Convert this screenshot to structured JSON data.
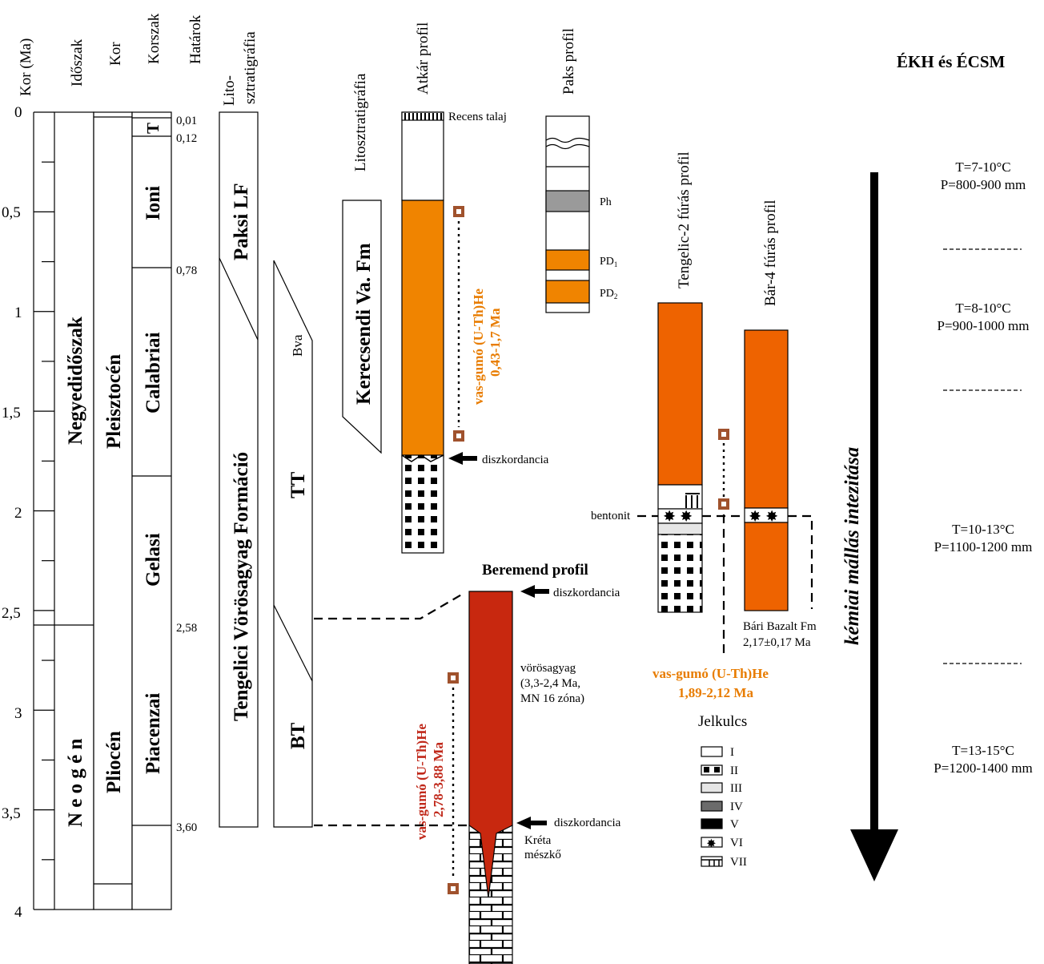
{
  "headers": {
    "age": "Kor (Ma)",
    "period": "Időszak",
    "epoch": "Kor",
    "stage": "Korszak",
    "boundaries": "Határok",
    "lithostrat1": "Lito-",
    "lithostrat2": "sztratigráfia",
    "lithostrat_full": "Litosztratigráfia",
    "atkar": "Atkár profil",
    "paks": "Paks profil",
    "tengelic": "Tengelic-2 fúrás profil",
    "bar": "Bár-4 fúrás profil",
    "beremend": "Beremend profil",
    "climate": "ÉKH és ÉCSM"
  },
  "axis": {
    "ticks": [
      "0",
      "0,5",
      "1",
      "1,5",
      "2",
      "2,5",
      "3",
      "3,5",
      "4"
    ]
  },
  "periods": {
    "quaternary": "Negyedidőszak",
    "neogene": "N e o g é n"
  },
  "epochs": {
    "pleistocene": "Pleisztocén",
    "pliocene": "Pliocén"
  },
  "stages": {
    "T": "T",
    "ioni": "Ioni",
    "calabriai": "Calabriai",
    "gelasi": "Gelasi",
    "piacenzai": "Piacenzai"
  },
  "boundaries": [
    "0,01",
    "0,12",
    "0,78",
    "2,58",
    "3,60"
  ],
  "formations": {
    "paksi": "Paksi LF",
    "tengelici": "Tengelici Vörösagyag Formáció",
    "bva": "Bva",
    "tt": "TT",
    "bt": "BT",
    "kerecsendi": "Kerecsendi Va. Fm"
  },
  "labels": {
    "recens": "Recens talaj",
    "diszkordancia": "diszkordancia",
    "ph": "Ph",
    "pd1": "PD",
    "pd1_sub": "1",
    "pd2": "PD",
    "pd2_sub": "2",
    "bentonit": "bentonit",
    "bari1": "Bári Bazalt Fm",
    "bari2": "2,17±0,17 Ma",
    "voros1": "vörösagyag",
    "voros2": "(3,3-2,4 Ma,",
    "voros3": "MN 16 zóna)",
    "kreta1": "Kréta",
    "kreta2": "mészkő"
  },
  "ages": {
    "atkar1": "vas-gumó (U-Th)He",
    "atkar2": "0,43-1,7 Ma",
    "tengelic1": "vas-gumó (U-Th)He",
    "tengelic2": "1,89-2,12 Ma",
    "beremend1": "vas-gumó (U-Th)He",
    "beremend2": "2,78-3,88 Ma"
  },
  "climate": [
    {
      "t": "T=7-10°C",
      "p": "P=800-900 mm"
    },
    {
      "t": "T=8-10°C",
      "p": "P=900-1000 mm"
    },
    {
      "t": "T=10-13°C",
      "p": "P=1100-1200 mm"
    },
    {
      "t": "T=13-15°C",
      "p": "P=1200-1400 mm"
    }
  ],
  "arrow_label": "kémiai mállás intezitása",
  "legend": {
    "title": "Jelkulcs",
    "items": [
      "I",
      "II",
      "III",
      "IV",
      "V",
      "VI",
      "VII"
    ]
  },
  "colors": {
    "atkar_fill": "#f08400",
    "tengelic_fill": "#ee6300",
    "beremend_fill": "#c8280f",
    "marker": "#a0522d"
  }
}
